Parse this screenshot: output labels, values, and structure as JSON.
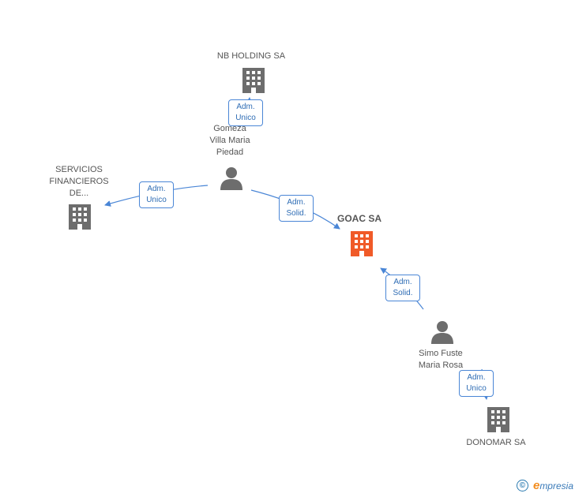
{
  "nodes": {
    "nb_holding": {
      "name": "NB HOLDING SA",
      "type": "company"
    },
    "servicios": {
      "lines": [
        "SERVICIOS",
        "FINANCIEROS",
        "DE..."
      ],
      "type": "company"
    },
    "gomeza": {
      "lines": [
        "Gomeza",
        "Villa Maria",
        "Piedad"
      ],
      "type": "person"
    },
    "goac": {
      "name": "GOAC SA",
      "type": "company",
      "focus": true,
      "color": "#f05a28"
    },
    "simo": {
      "lines": [
        "Simo Fuste",
        "Maria Rosa"
      ],
      "type": "person"
    },
    "donomar": {
      "name": "DONOMAR SA",
      "type": "company"
    }
  },
  "edges": [
    {
      "from": "gomeza",
      "to": "nb_holding",
      "label": [
        "Adm.",
        "Unico"
      ]
    },
    {
      "from": "gomeza",
      "to": "servicios",
      "label": [
        "Adm.",
        "Unico"
      ]
    },
    {
      "from": "gomeza",
      "to": "goac",
      "label": [
        "Adm.",
        "Solid."
      ]
    },
    {
      "from": "simo",
      "to": "goac",
      "label": [
        "Adm.",
        "Solid."
      ]
    },
    {
      "from": "simo",
      "to": "donomar",
      "label": [
        "Adm.",
        "Unico"
      ]
    }
  ],
  "colors": {
    "node": "#6d6d6d",
    "focus": "#f05a28",
    "edge": "#4a86d6"
  },
  "footer": {
    "copyright_symbol": "©",
    "brand_initial": "e",
    "brand_rest": "mpresia"
  }
}
